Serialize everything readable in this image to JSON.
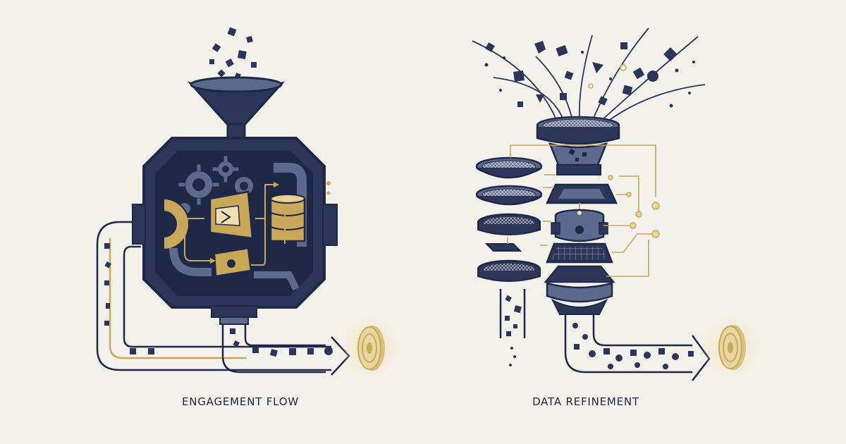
{
  "labels": {
    "left": "ENGAGEMENT FLOW",
    "right": "DATA REFINEMENT"
  },
  "colors": {
    "navy": "#2b3658",
    "navy_dark": "#1f2847",
    "slate": "#5d6a8e",
    "gold": "#c9a85a",
    "background": "#f3f1ec"
  },
  "icons": {
    "left": "engagement-machine-illustration",
    "right": "data-refinement-filters-illustration"
  }
}
